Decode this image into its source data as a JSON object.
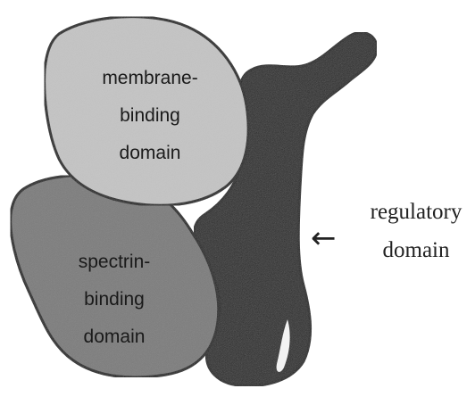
{
  "diagram": {
    "colors": {
      "membrane": "#c4c4c4",
      "spectrin": "#7a7a7a",
      "regulatory": "#262626",
      "outline": "#1e1e1e"
    },
    "membrane_label": [
      "membrane-",
      "binding",
      "domain"
    ],
    "spectrin_label": [
      "spectrin-",
      "binding",
      "domain"
    ],
    "regulatory_label": [
      "regulatory",
      "domain"
    ],
    "arrow": "←"
  }
}
